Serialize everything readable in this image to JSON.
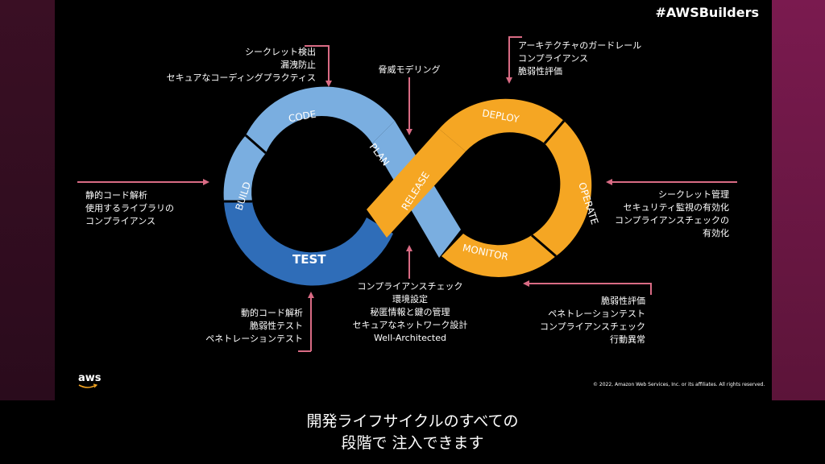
{
  "hashtag": "#AWSBuilders",
  "stages": {
    "code": "CODE",
    "build": "BUILD",
    "test": "TEST",
    "plan": "PLAN",
    "release": "RELEASE",
    "deploy": "DEPLOY",
    "operate": "OPERATE",
    "monitor": "MONITOR"
  },
  "labels": {
    "code": [
      "シークレット検出",
      "漏洩防止",
      "セキュアなコーディングプラクティス"
    ],
    "plan": [
      "脅威モデリング"
    ],
    "deploy": [
      "アーキテクチャのガードレール",
      "コンプライアンス",
      "脆弱性評価"
    ],
    "build": [
      "静的コード解析",
      "使用するライブラリの",
      "コンプライアンス"
    ],
    "operate": [
      "シークレット管理",
      "セキュリティ監視の有効化",
      "コンプライアンスチェックの",
      "有効化"
    ],
    "release": [
      "コンプライアンスチェック",
      "環境設定",
      "秘匿情報と鍵の管理",
      "セキュアなネットワーク設計",
      "Well-Architected"
    ],
    "test": [
      "動的コード解析",
      "脆弱性テスト",
      "ペネトレーションテスト"
    ],
    "monitor": [
      "脆弱性評価",
      "ペネトレーションテスト",
      "コンプライアンスチェック",
      "行動異常"
    ]
  },
  "footer": {
    "logo": "aws",
    "copyright": "© 2022, Amazon Web Services, Inc. or its affiliates. All rights reserved."
  },
  "caption": {
    "line1": "開発ライフサイクルのすべての",
    "line2": "段階で 注入できます"
  },
  "colors": {
    "light_blue": "#7aaee0",
    "dark_blue": "#2f6db8",
    "orange": "#f5a623",
    "arrow": "#d96b84",
    "right_bg": "#7a1a4f"
  }
}
